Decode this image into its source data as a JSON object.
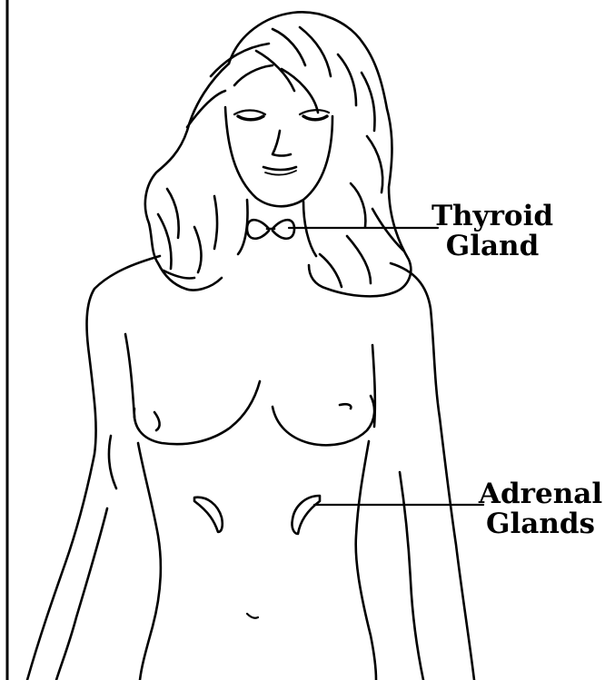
{
  "diagram": {
    "labels": {
      "thyroid": {
        "line1": "Thyroid",
        "line2": "Gland"
      },
      "adrenal": {
        "line1": "Adrenal",
        "line2": "Glands"
      }
    },
    "colors": {
      "ink": "#000000",
      "background": "#ffffff"
    }
  }
}
